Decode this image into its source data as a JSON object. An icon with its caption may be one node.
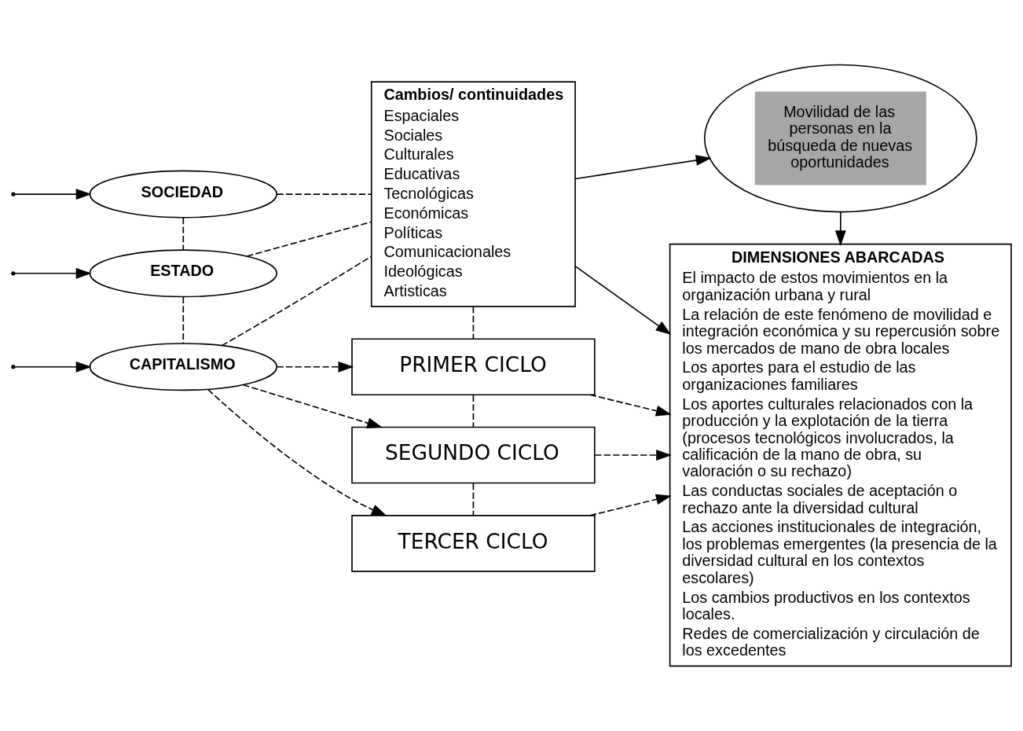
{
  "diagram": {
    "nodes": [
      {
        "text": [
          "SOCIEDAD"
        ]
      },
      {
        "text": [
          "ESTADO"
        ]
      },
      {
        "text": [
          "CAPITALISMO"
        ]
      },
      {
        "text": [
          "Cambios/ continuidades",
          "Espaciales",
          "Sociales",
          "Culturales",
          "Educativas",
          "Tecnológicas",
          "Económicas",
          "Políticas",
          "Comunicacionales",
          "Ideológicas",
          "Artisticas"
        ]
      },
      {
        "text": [
          "Movilidad de las personas en la búsqueda de nuevas oportunidades"
        ]
      },
      {
        "text": [
          "PRIMER CICLO"
        ]
      },
      {
        "text": [
          "SEGUNDO CICLO"
        ]
      },
      {
        "text": [
          "TERCER CICLO"
        ]
      },
      {
        "text": [
          "DIMENSIONES ABARCADAS",
          "El impacto de estos movimientos en la organización urbana y rural",
          "La relación de este fenómeno de movilidad e integración económica y su repercusión sobre los mercados de mano de obra locales",
          "Los aportes para el estudio de las organizaciones familiares",
          "Los aportes culturales relacionados con la producción y la explotación de la tierra (procesos tecnológicos involucrados, la calificación de la mano de obra, su valoración o su rechazo)",
          "Las conductas sociales de aceptación o rechazo ante la diversidad cultural",
          "Las acciones institucionales de integración, los problemas emergentes (la presencia de la diversidad cultural en los contextos escolares)",
          "Los cambios productivos en los contextos locales.",
          "Redes de comercialización y circulación de los excedentes"
        ]
      }
    ],
    "edges": [
      {
        "from": null,
        "to": 0,
        "arrow": "to"
      },
      {
        "from": null,
        "to": 1,
        "arrow": "to"
      },
      {
        "from": null,
        "to": 2,
        "arrow": "to"
      },
      {
        "from": 0,
        "to": 3,
        "arrow": "none",
        "style": "dashed"
      },
      {
        "from": 1,
        "to": 3,
        "arrow": "none",
        "style": "dashed"
      },
      {
        "from": 2,
        "to": 3,
        "arrow": "none",
        "style": "dashed"
      },
      {
        "from": 0,
        "to": 1,
        "arrow": "none",
        "style": "dashed"
      },
      {
        "from": 1,
        "to": 2,
        "arrow": "none",
        "style": "dashed"
      },
      {
        "from": 2,
        "to": 5,
        "arrow": "to",
        "style": "dashed"
      },
      {
        "from": 2,
        "to": 6,
        "arrow": "to",
        "style": "dashed"
      },
      {
        "from": 2,
        "to": 7,
        "arrow": "to",
        "style": "dashed"
      },
      {
        "from": 3,
        "to": 5,
        "arrow": "none",
        "style": "dashed"
      },
      {
        "from": 5,
        "to": 6,
        "arrow": "none",
        "style": "dashed"
      },
      {
        "from": 6,
        "to": 7,
        "arrow": "none",
        "style": "dashed"
      },
      {
        "from": 3,
        "to": 4,
        "arrow": "to"
      },
      {
        "from": 3,
        "to": 8,
        "arrow": "to"
      },
      {
        "from": 5,
        "to": 8,
        "arrow": "to",
        "style": "dashed"
      },
      {
        "from": 6,
        "to": 8,
        "arrow": "to",
        "style": "dashed"
      },
      {
        "from": 7,
        "to": 8,
        "arrow": "to",
        "style": "dashed"
      },
      {
        "from": 4,
        "to": 8,
        "arrow": "to"
      }
    ]
  }
}
